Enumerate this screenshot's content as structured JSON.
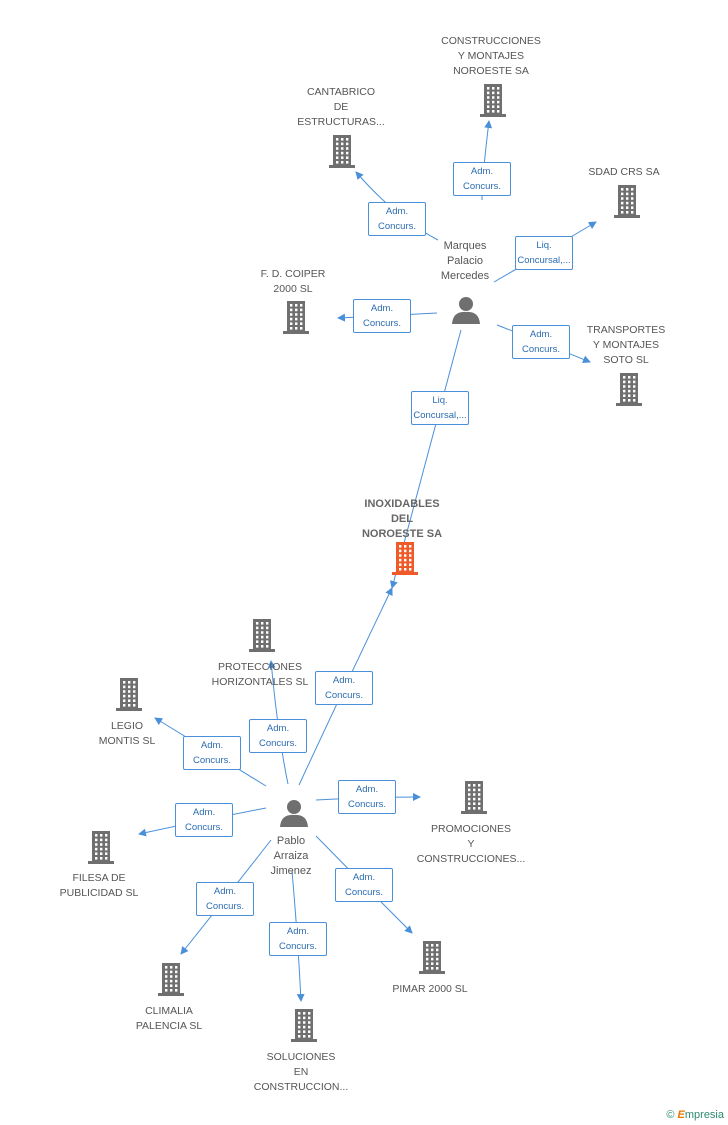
{
  "colors": {
    "edge": "#4a90d9",
    "building": "#6f6f6f",
    "main_building": "#f05a28",
    "person": "#6f6f6f"
  },
  "nodes": [
    {
      "id": "inox",
      "type": "company",
      "main": true,
      "label": "INOXIDABLES\nDEL\nNOROESTE SA"
    },
    {
      "id": "marques",
      "type": "person",
      "label": "Marques\nPalacio\nMercedes"
    },
    {
      "id": "pablo",
      "type": "person",
      "label": "Pablo\nArraiza\nJimenez"
    },
    {
      "id": "cym",
      "type": "company",
      "label": "CONSTRUCCIONES\nY MONTAJES\nNOROESTE SA"
    },
    {
      "id": "cant",
      "type": "company",
      "label": "CANTABRICO\nDE\nESTRUCTURAS..."
    },
    {
      "id": "sdad",
      "type": "company",
      "label": "SDAD CRS SA"
    },
    {
      "id": "fd",
      "type": "company",
      "label": "F. D. COIPER\n2000 SL"
    },
    {
      "id": "trans",
      "type": "company",
      "label": "TRANSPORTES\nY MONTAJES\nSOTO SL"
    },
    {
      "id": "prot",
      "type": "company",
      "label": "PROTECCIONES\nHORIZONTALES SL"
    },
    {
      "id": "legio",
      "type": "company",
      "label": "LEGIO\nMONTIS SL"
    },
    {
      "id": "promo",
      "type": "company",
      "label": "PROMOCIONES\nY\nCONSTRUCCIONES..."
    },
    {
      "id": "filesa",
      "type": "company",
      "label": "FILESA DE\nPUBLICIDAD SL"
    },
    {
      "id": "pimar",
      "type": "company",
      "label": "PIMAR 2000 SL"
    },
    {
      "id": "clim",
      "type": "company",
      "label": "CLIMALIA\nPALENCIA SL"
    },
    {
      "id": "soluc",
      "type": "company",
      "label": "SOLUCIONES\nEN\nCONSTRUCCION..."
    }
  ],
  "edges": [
    {
      "from": "marques",
      "to": "cym",
      "label": "Adm.\nConcurs."
    },
    {
      "from": "marques",
      "to": "cant",
      "label": "Adm.\nConcurs."
    },
    {
      "from": "marques",
      "to": "sdad",
      "label": "Liq.\nConcursal,..."
    },
    {
      "from": "marques",
      "to": "fd",
      "label": "Adm.\nConcurs."
    },
    {
      "from": "marques",
      "to": "trans",
      "label": "Adm.\nConcurs."
    },
    {
      "from": "marques",
      "to": "inox",
      "label": "Liq.\nConcursal,..."
    },
    {
      "from": "pablo",
      "to": "inox",
      "label": "Adm.\nConcurs."
    },
    {
      "from": "pablo",
      "to": "prot",
      "label": "Adm.\nConcurs."
    },
    {
      "from": "pablo",
      "to": "legio",
      "label": "Adm.\nConcurs."
    },
    {
      "from": "pablo",
      "to": "promo",
      "label": "Adm.\nConcurs."
    },
    {
      "from": "pablo",
      "to": "filesa",
      "label": "Adm.\nConcurs."
    },
    {
      "from": "pablo",
      "to": "pimar",
      "label": "Adm.\nConcurs."
    },
    {
      "from": "pablo",
      "to": "clim",
      "label": "Adm.\nConcurs."
    },
    {
      "from": "pablo",
      "to": "soluc",
      "label": "Adm.\nConcurs."
    }
  ],
  "footer": {
    "copyright": "©",
    "brand_first": "E",
    "brand_rest": "mpresia"
  }
}
